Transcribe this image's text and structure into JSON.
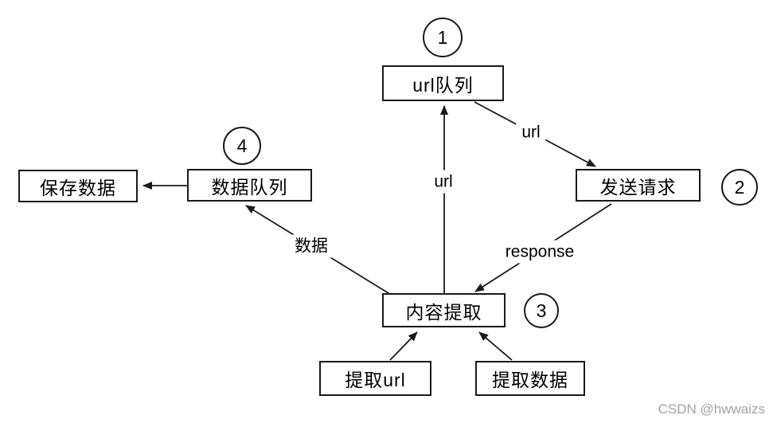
{
  "diagram": {
    "nodes": {
      "url_queue": {
        "label": "url队列"
      },
      "send_request": {
        "label": "发送请求"
      },
      "content_extract": {
        "label": "内容提取"
      },
      "data_queue": {
        "label": "数据队列"
      },
      "save_data": {
        "label": "保存数据"
      },
      "extract_url": {
        "label": "提取url"
      },
      "extract_data": {
        "label": "提取数据"
      }
    },
    "step_badges": {
      "step1": "1",
      "step2": "2",
      "step3": "3",
      "step4": "4"
    },
    "edge_labels": {
      "url_to_queue": "url",
      "url_to_request": "url",
      "response": "response",
      "data": "数据"
    },
    "colors": {
      "line": "#1a1a1a",
      "box_border": "#1a1a1a",
      "box_fill": "#ffffff",
      "watermark_text": "#a3a3a3"
    }
  },
  "watermark": {
    "text": "CSDN @hwwaizs"
  }
}
